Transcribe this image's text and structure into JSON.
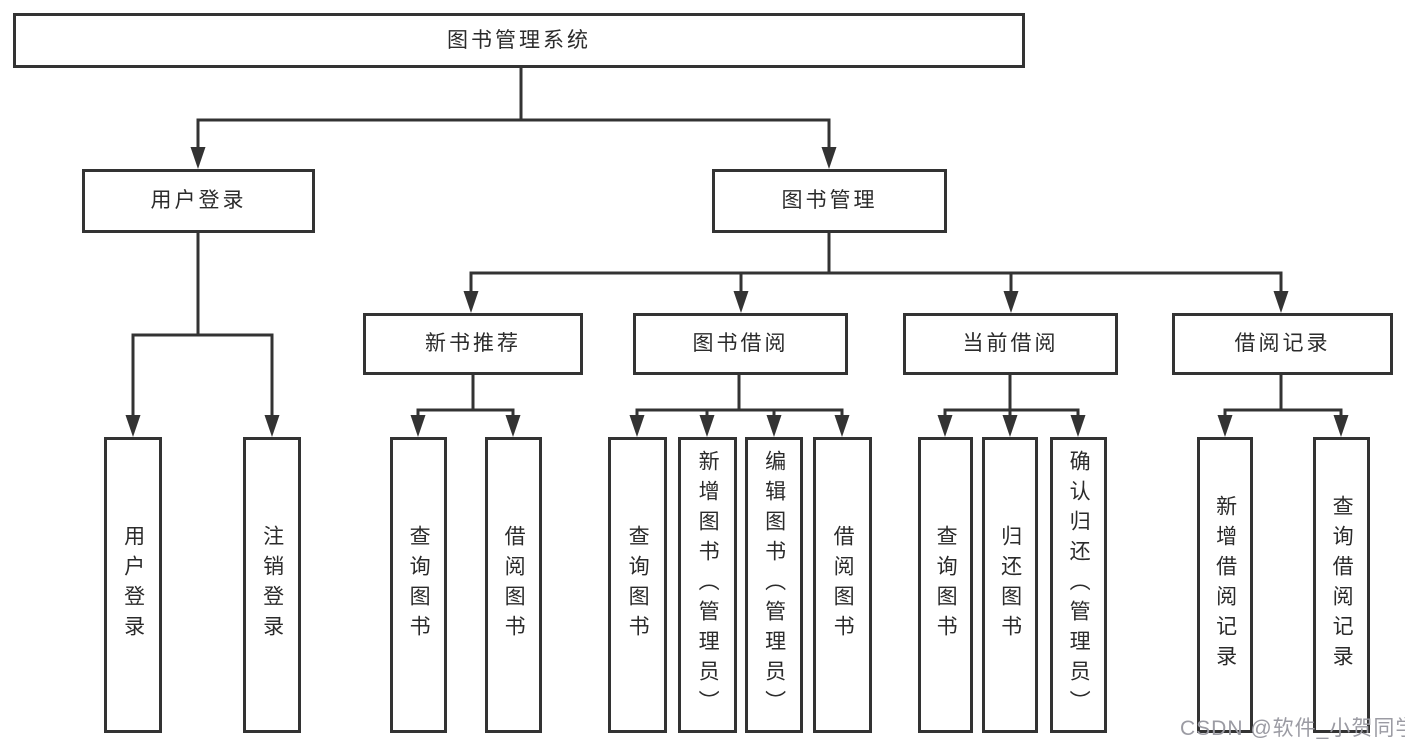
{
  "diagram": {
    "root": {
      "label": "图书管理系统"
    },
    "user_branch": {
      "label": "用户登录",
      "children": [
        {
          "label": "用户登录"
        },
        {
          "label": "注销登录"
        }
      ]
    },
    "book_branch": {
      "label": "图书管理",
      "sections": [
        {
          "label": "新书推荐",
          "children": [
            {
              "label": "查询图书"
            },
            {
              "label": "借阅图书"
            }
          ]
        },
        {
          "label": "图书借阅",
          "children": [
            {
              "label": "查询图书"
            },
            {
              "label": "新增图书（管理员）"
            },
            {
              "label": "编辑图书（管理员）"
            },
            {
              "label": "借阅图书"
            }
          ]
        },
        {
          "label": "当前借阅",
          "children": [
            {
              "label": "查询图书"
            },
            {
              "label": "归还图书"
            },
            {
              "label": "确认归还（管理员）"
            }
          ]
        },
        {
          "label": "借阅记录",
          "children": [
            {
              "label": "新增借阅记录"
            },
            {
              "label": "查询借阅记录"
            }
          ]
        }
      ]
    }
  },
  "watermark": {
    "text": "CSDN @软件_小贺同学"
  },
  "colors": {
    "line": "#333333",
    "box_border": "#333333",
    "text": "#2b2b2b",
    "background": "#ffffff",
    "watermark": "#9b9ba3"
  }
}
